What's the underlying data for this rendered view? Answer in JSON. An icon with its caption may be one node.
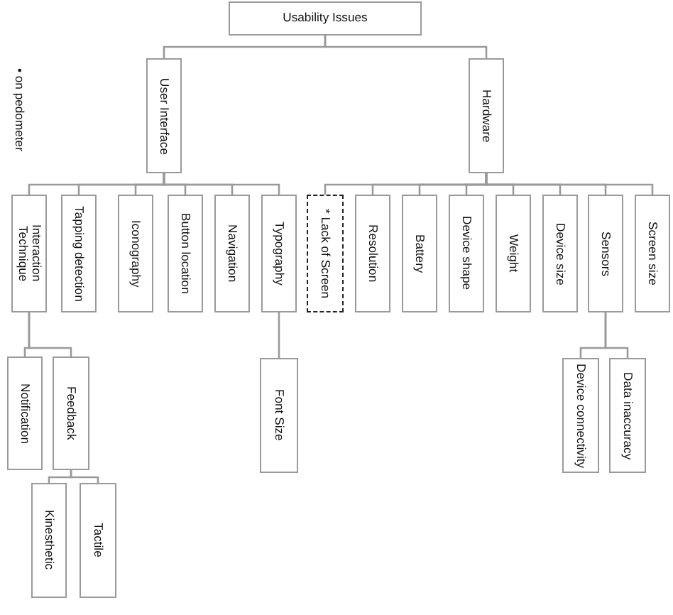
{
  "diagram": {
    "nodes": [
      {
        "text": [
          "Usability Issues"
        ]
      },
      {
        "text": [
          "User Interface"
        ]
      },
      {
        "text": [
          "Hardware"
        ]
      },
      {
        "text": [
          "Interaction Technique"
        ]
      },
      {
        "text": [
          "Tapping detection"
        ]
      },
      {
        "text": [
          "Iconography"
        ]
      },
      {
        "text": [
          "Button location"
        ]
      },
      {
        "text": [
          "Navigation"
        ]
      },
      {
        "text": [
          "Typography"
        ]
      },
      {
        "text": [
          "* Lack of Screen"
        ]
      },
      {
        "text": [
          "Resolution"
        ]
      },
      {
        "text": [
          "Battery"
        ]
      },
      {
        "text": [
          "Device shape"
        ]
      },
      {
        "text": [
          "Weight"
        ]
      },
      {
        "text": [
          "Device size"
        ]
      },
      {
        "text": [
          "Sensors"
        ]
      },
      {
        "text": [
          "Screen size"
        ]
      },
      {
        "text": [
          "Notification"
        ]
      },
      {
        "text": [
          "Feedback"
        ]
      },
      {
        "text": [
          "Font Size"
        ]
      },
      {
        "text": [
          "Device connectivity"
        ]
      },
      {
        "text": [
          "Data inaccuracy"
        ]
      },
      {
        "text": [
          "Kinesthetic"
        ]
      },
      {
        "text": [
          "Tactile"
        ]
      }
    ],
    "edges": [
      {
        "from": 0,
        "to": 1,
        "arrow": "none"
      },
      {
        "from": 0,
        "to": 2,
        "arrow": "none"
      },
      {
        "from": 1,
        "to": 3,
        "arrow": "none"
      },
      {
        "from": 1,
        "to": 4,
        "arrow": "none"
      },
      {
        "from": 1,
        "to": 5,
        "arrow": "none"
      },
      {
        "from": 1,
        "to": 6,
        "arrow": "none"
      },
      {
        "from": 1,
        "to": 7,
        "arrow": "none"
      },
      {
        "from": 1,
        "to": 8,
        "arrow": "none"
      },
      {
        "from": 2,
        "to": 9,
        "arrow": "none"
      },
      {
        "from": 2,
        "to": 10,
        "arrow": "none"
      },
      {
        "from": 2,
        "to": 11,
        "arrow": "none"
      },
      {
        "from": 2,
        "to": 12,
        "arrow": "none"
      },
      {
        "from": 2,
        "to": 13,
        "arrow": "none"
      },
      {
        "from": 2,
        "to": 14,
        "arrow": "none"
      },
      {
        "from": 2,
        "to": 15,
        "arrow": "none"
      },
      {
        "from": 2,
        "to": 16,
        "arrow": "none"
      },
      {
        "from": 3,
        "to": 17,
        "arrow": "none"
      },
      {
        "from": 3,
        "to": 18,
        "arrow": "none"
      },
      {
        "from": 8,
        "to": 19,
        "arrow": "none"
      },
      {
        "from": 15,
        "to": 20,
        "arrow": "none"
      },
      {
        "from": 15,
        "to": 21,
        "arrow": "none"
      },
      {
        "from": 18,
        "to": 22,
        "arrow": "none"
      },
      {
        "from": 18,
        "to": 23,
        "arrow": "none"
      }
    ],
    "labels": [
      "• on pedometer"
    ]
  }
}
